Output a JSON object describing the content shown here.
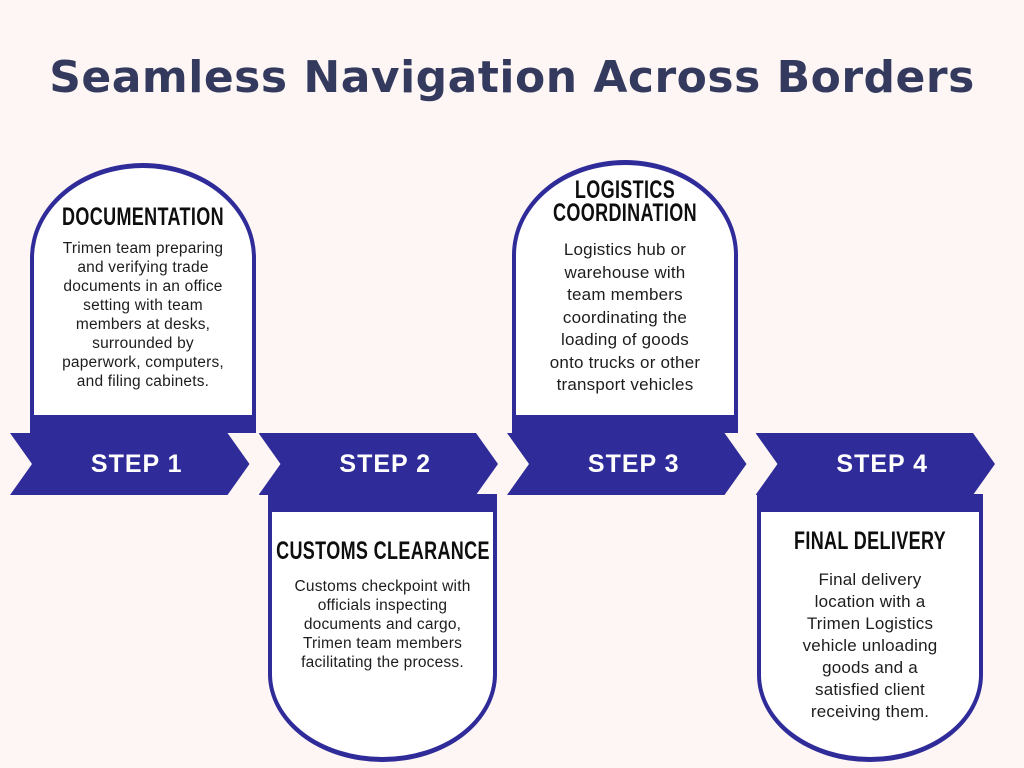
{
  "title": "Seamless Navigation Across Borders",
  "colors": {
    "background": "#fdf6f4",
    "primary_blue": "#2f2c9a",
    "title_navy": "#333a5e",
    "card_background": "#ffffff",
    "heading_text": "#0e0e0e",
    "body_text": "#1d1d1d",
    "banner_text": "#ffffff"
  },
  "steps": [
    {
      "label": "STEP 1",
      "heading": "DOCUMENTATION",
      "card_position": "above",
      "description": "Trimen team preparing\nand verifying trade\ndocuments in an office\nsetting with team\nmembers at desks,\nsurrounded by\npaperwork, computers,\nand filing cabinets."
    },
    {
      "label": "STEP 2",
      "heading": "CUSTOMS CLEARANCE",
      "card_position": "below",
      "description": "Customs checkpoint with\nofficials inspecting\ndocuments and cargo,\nTrimen team members\nfacilitating the process."
    },
    {
      "label": "STEP 3",
      "heading": "LOGISTICS\nCOORDINATION",
      "card_position": "above",
      "description": "Logistics hub or\nwarehouse with\nteam members\ncoordinating the\nloading of goods\nonto trucks or other\ntransport vehicles"
    },
    {
      "label": "STEP 4",
      "heading": "FINAL DELIVERY",
      "card_position": "below",
      "description": "Final delivery\nlocation with a\nTrimen Logistics\nvehicle unloading\ngoods and a\nsatisfied client\nreceiving them."
    }
  ]
}
